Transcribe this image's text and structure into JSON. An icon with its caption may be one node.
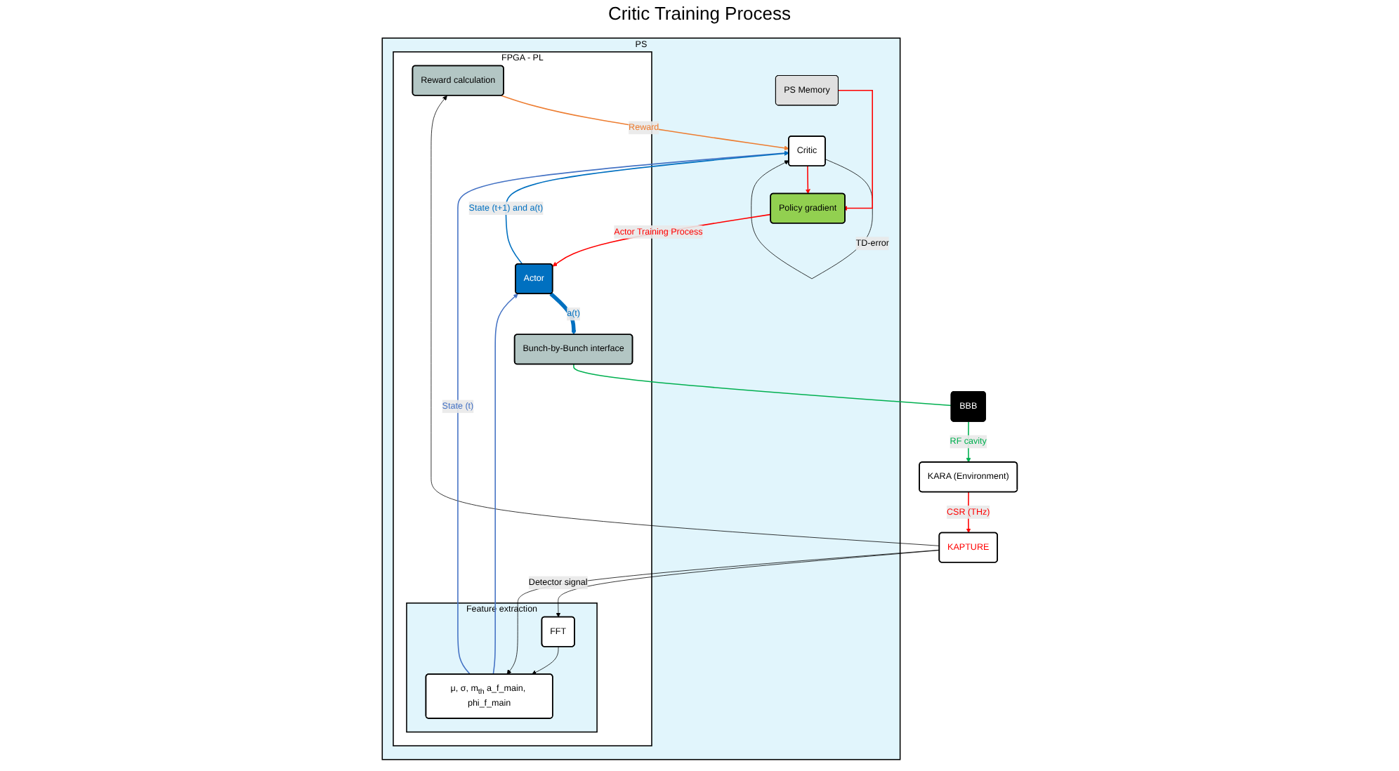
{
  "diagram": {
    "nodes": [
      {
        "text": [
          "PS"
        ]
      },
      {
        "text": [
          "FPGA - PL"
        ],
        "in": 0
      },
      {
        "text": [
          "Reward calculation"
        ],
        "in": 1
      },
      {
        "text": [
          "Feature extraction"
        ],
        "in": 1
      },
      {
        "text": [
          "FFT"
        ],
        "in": 3
      },
      {
        "text": [
          "μ, σ, m$_{th}$ a_f_main, phi_f_main"
        ],
        "in": 3
      },
      {
        "text": [
          "Critic"
        ],
        "in": 0
      },
      {
        "text": [
          "PS Memory"
        ],
        "in": 0
      },
      {
        "text": [
          "Policy gradient"
        ],
        "in": 0
      },
      {
        "text": [
          "Actor"
        ],
        "in": 1
      },
      {
        "text": [
          "Bunch-by-Bunch interface"
        ],
        "in": 1
      },
      {
        "text": [
          "KAPTURE"
        ]
      },
      {
        "text": [
          "KARA (Environment)"
        ]
      },
      {
        "text": [
          "BBB"
        ]
      }
    ],
    "edges": [
      {
        "from": 11,
        "to": 2,
        "arrow": "to"
      },
      {
        "from": 11,
        "to": 4,
        "arrow": "to",
        "label": "Detector signal"
      },
      {
        "from": 11,
        "to": 5,
        "arrow": "to"
      },
      {
        "from": 4,
        "to": 5,
        "arrow": "to"
      },
      {
        "from": 2,
        "to": 6,
        "arrow": "to",
        "label": "Reward",
        "color": "#ed7d31"
      },
      {
        "from": 5,
        "to": 6,
        "arrow": "to",
        "label": "State (t)",
        "color": "#4472c4"
      },
      {
        "from": 5,
        "to": 9,
        "arrow": "to",
        "color": "#4472c4"
      },
      {
        "from": 6,
        "to": 6,
        "arrow": "to",
        "label": "TD-error"
      },
      {
        "from": 6,
        "to": 8,
        "arrow": "to",
        "color": "#ff0000"
      },
      {
        "from": 7,
        "to": 8,
        "arrow": "to",
        "color": "#ff0000"
      },
      {
        "from": 9,
        "to": 6,
        "arrow": "to",
        "label": "State (t+1) and a(t)",
        "color": "#0070c0"
      },
      {
        "from": 8,
        "to": 9,
        "arrow": "to",
        "label": "Actor Training Process",
        "color": "#ff0000"
      },
      {
        "from": 9,
        "to": 10,
        "arrow": "to",
        "label": "a(t)",
        "color": "#0070c0",
        "style": "thick"
      },
      {
        "from": 10,
        "to": 13,
        "arrow": "none",
        "color": "#00b050"
      },
      {
        "from": 13,
        "to": 12,
        "arrow": "to",
        "label": "RF cavity",
        "color": "#00b050"
      },
      {
        "from": 12,
        "to": 11,
        "arrow": "to",
        "label": "CSR (THz)",
        "color": "#ff0000"
      }
    ],
    "labels": [
      "Critic Training Process"
    ]
  }
}
